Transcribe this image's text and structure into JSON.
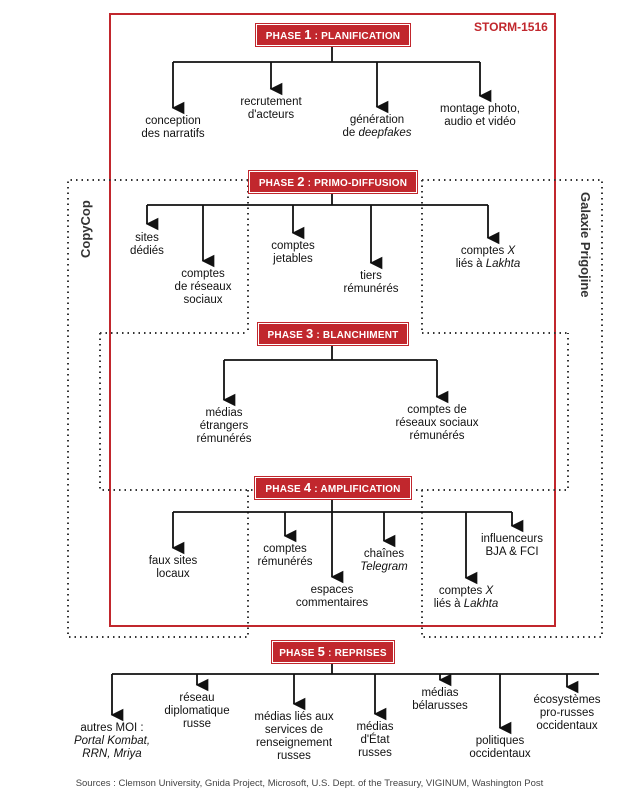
{
  "title": "STORM-1516",
  "side_labels": {
    "left": "CopyCop",
    "right": "Galaxie Prigojine"
  },
  "colors": {
    "accent": "#c1272d",
    "line": "#111111",
    "dotted": "#333333"
  },
  "phases": [
    {
      "num": "1",
      "prefix": "PHASE ",
      "suffix": " : PLANIFICATION"
    },
    {
      "num": "2",
      "prefix": "PHASE ",
      "suffix": " : PRIMO-DIFFUSION"
    },
    {
      "num": "3",
      "prefix": "PHASE ",
      "suffix": " : BLANCHIMENT"
    },
    {
      "num": "4",
      "prefix": "PHASE ",
      "suffix": " : AMPLIFICATION"
    },
    {
      "num": "5",
      "prefix": "PHASE ",
      "suffix": " : REPRISES"
    }
  ],
  "phase1_items": [
    [
      "conception",
      "des narratifs"
    ],
    [
      "recrutement",
      "d'acteurs"
    ],
    [
      "génération",
      "de *deepfakes*"
    ],
    [
      "montage photo,",
      "audio et vidéo"
    ]
  ],
  "phase2_items": [
    [
      "sites",
      "dédiés"
    ],
    [
      "comptes",
      "de réseaux",
      "sociaux"
    ],
    [
      "comptes",
      "jetables"
    ],
    [
      "tiers",
      "rémunérés"
    ],
    [
      "comptes *X*",
      "liés à *Lakhta*"
    ]
  ],
  "phase3_items": [
    [
      "médias",
      "étrangers",
      "rémunérés"
    ],
    [
      "comptes de",
      "réseaux sociaux",
      "rémunérés"
    ]
  ],
  "phase4_items": [
    [
      "faux sites",
      "locaux"
    ],
    [
      "comptes",
      "rémunérés"
    ],
    [
      "espaces",
      "commentaires"
    ],
    [
      "chaînes",
      "*Telegram*"
    ],
    [
      "influenceurs",
      "BJA & FCI"
    ],
    [
      "comptes *X*",
      "liés à *Lakhta*"
    ]
  ],
  "phase5_items": [
    [
      "autres MOI :",
      "*Portal Kombat,*",
      "*RRN, Mriya*"
    ],
    [
      "réseau",
      "diplomatique",
      "russe"
    ],
    [
      "médias liés aux",
      "services de",
      "renseignement",
      "russes"
    ],
    [
      "médias",
      "d'État",
      "russes"
    ],
    [
      "médias",
      "bélarusses"
    ],
    [
      "politiques",
      "occidentaux"
    ],
    [
      "écosystèmes",
      "pro-russes",
      "occidentaux"
    ]
  ],
  "sources": "Sources : Clemson University, Gnida Project, Microsoft, U.S. Dept. of the Treasury, VIGINUM, Washington Post"
}
